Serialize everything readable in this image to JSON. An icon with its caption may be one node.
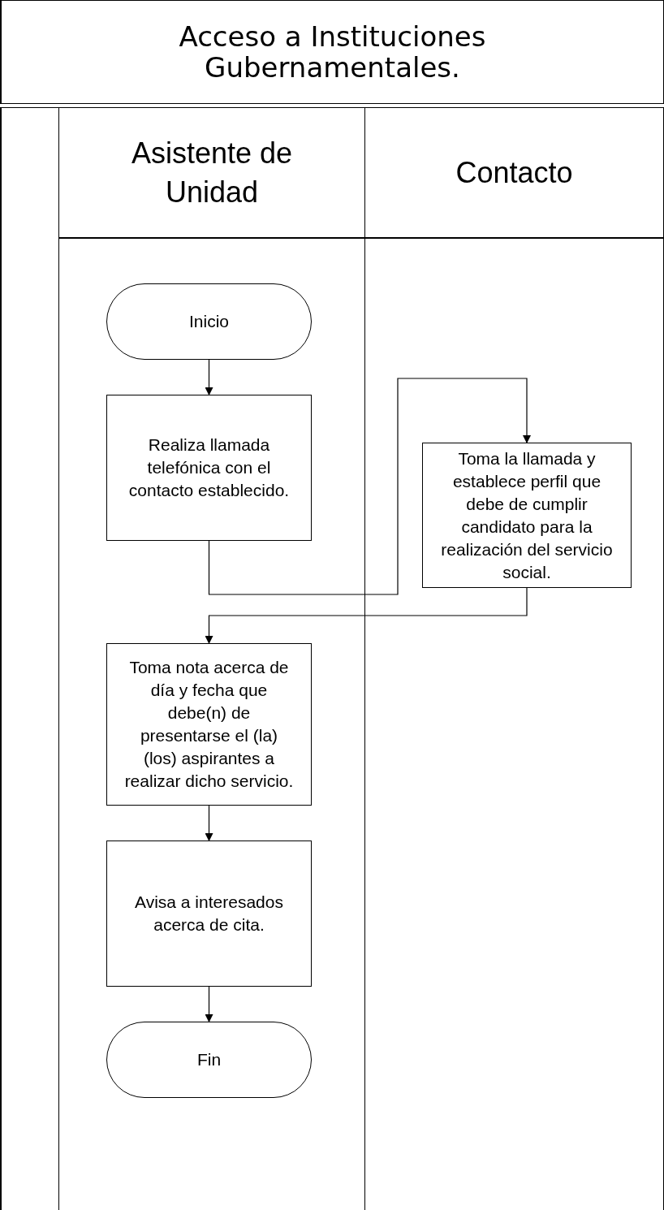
{
  "diagram": {
    "title": "Acceso a Instituciones Gubernamentales.",
    "nodes": [
      {
        "text": [
          "Asistente de Unidad"
        ]
      },
      {
        "text": [
          "Contacto"
        ]
      },
      {
        "text": [
          "Inicio"
        ],
        "in": 0
      },
      {
        "text": [
          "Realiza llamada telefónica con el contacto establecido."
        ],
        "in": 0
      },
      {
        "text": [
          "Toma la llamada y establece perfil que debe de cumplir candidato para la realización del servicio social."
        ],
        "in": 1
      },
      {
        "text": [
          "Toma nota acerca de día y fecha que debe(n) de presentarse el (la) (los) aspirantes a realizar dicho servicio."
        ],
        "in": 0
      },
      {
        "text": [
          "Avisa a interesados acerca de cita."
        ],
        "in": 0
      },
      {
        "text": [
          "Fin"
        ],
        "in": 0
      }
    ],
    "edges": [
      {
        "from": 2,
        "to": 3,
        "arrow": "to"
      },
      {
        "from": 3,
        "to": 4,
        "arrow": "to"
      },
      {
        "from": 4,
        "to": 5,
        "arrow": "to"
      },
      {
        "from": 5,
        "to": 6,
        "arrow": "to"
      },
      {
        "from": 6,
        "to": 7,
        "arrow": "to"
      }
    ]
  }
}
